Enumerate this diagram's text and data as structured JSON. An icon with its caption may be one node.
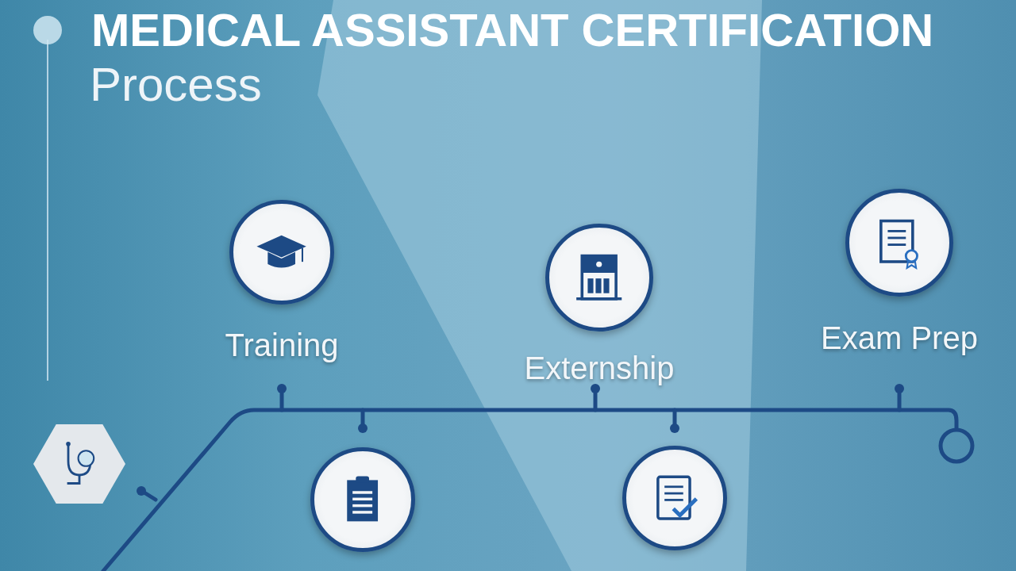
{
  "diagram": {
    "title": "MEDICAL ASSISTANT CERTIFICATION",
    "nodes": [
      {
        "text": [],
        "shape": "picture"
      },
      {
        "text": [
          "Training"
        ]
      },
      {
        "text": [],
        "shape": "circle"
      },
      {
        "text": [
          "Externship"
        ]
      },
      {
        "text": [],
        "shape": "circle"
      },
      {
        "text": [
          "Exam Prep"
        ]
      }
    ],
    "labels": [
      "Process"
    ]
  }
}
